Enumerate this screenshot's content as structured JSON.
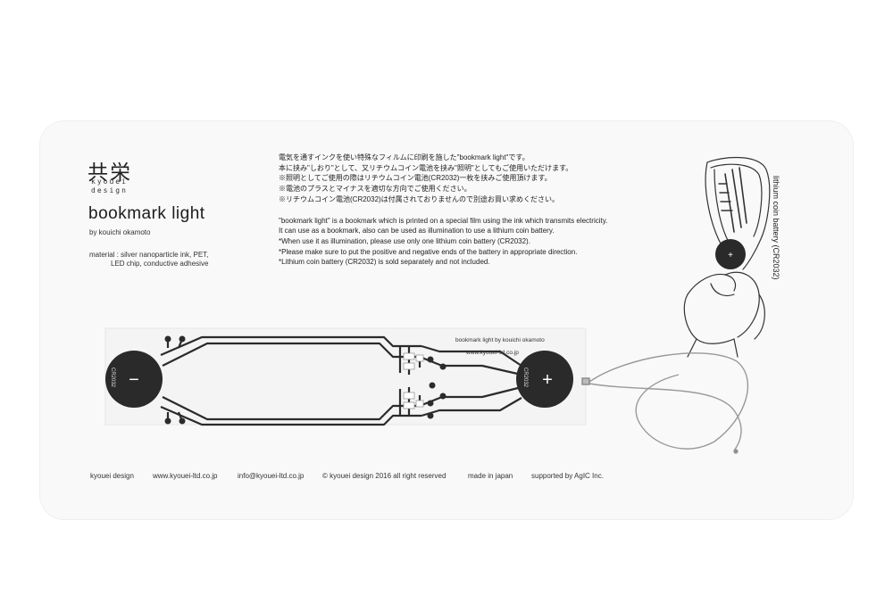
{
  "brand": {
    "kanji": "共栄",
    "romaji_line1": "kyouei",
    "romaji_line2": "design"
  },
  "product": {
    "title": "bookmark light",
    "author": "by kouichi okamoto",
    "material_line1": "material : silver nanoparticle ink, PET,",
    "material_line2": "LED chip, conductive adhesive"
  },
  "notes_ja": [
    "電気を通すインクを使い特殊なフィルムに印刷を施した\"bookmark light\"です。",
    "本に挟み\"しおり\"として、又リチウムコイン電池を挟み\"照明\"としてもご使用いただけます。",
    "※照明としてご使用の際はリチウムコイン電池(CR2032)一枚を挟みご使用頂けます。",
    "※電池のプラスとマイナスを適切な方向でご使用ください。",
    "※リチウムコイン電池(CR2032)は付属されておりませんので別途お買い求めください。"
  ],
  "notes_en": [
    "\"bookmark light\" is a bookmark which is printed on a special film using the ink which transmits electricity.",
    "It can use as a bookmark, also can be used as illumination to use a lithium coin battery.",
    "*When use it as illumination, please use only one lithium coin battery (CR2032).",
    "*Please make sure to put the positive and negative ends of the battery in appropriate direction.",
    "*Lithium coin battery (CR2032) is sold separately and not included."
  ],
  "illustration_label": "lithium coin battery (CR2032)",
  "pcb": {
    "printed_title": "bookmark light by kouichi okamoto",
    "printed_url": "www.kyouei-ltd.co.jp",
    "minus_symbol": "−",
    "plus_symbol": "+",
    "battery_label": "CR2032"
  },
  "footer": {
    "brand": "kyouei design",
    "website": "www.kyouei-ltd.co.jp",
    "email": "info@kyouei-ltd.co.jp",
    "copyright": "© kyouei design 2016 all right reserved",
    "origin": "made in japan",
    "support": "supported by AgIC Inc."
  }
}
